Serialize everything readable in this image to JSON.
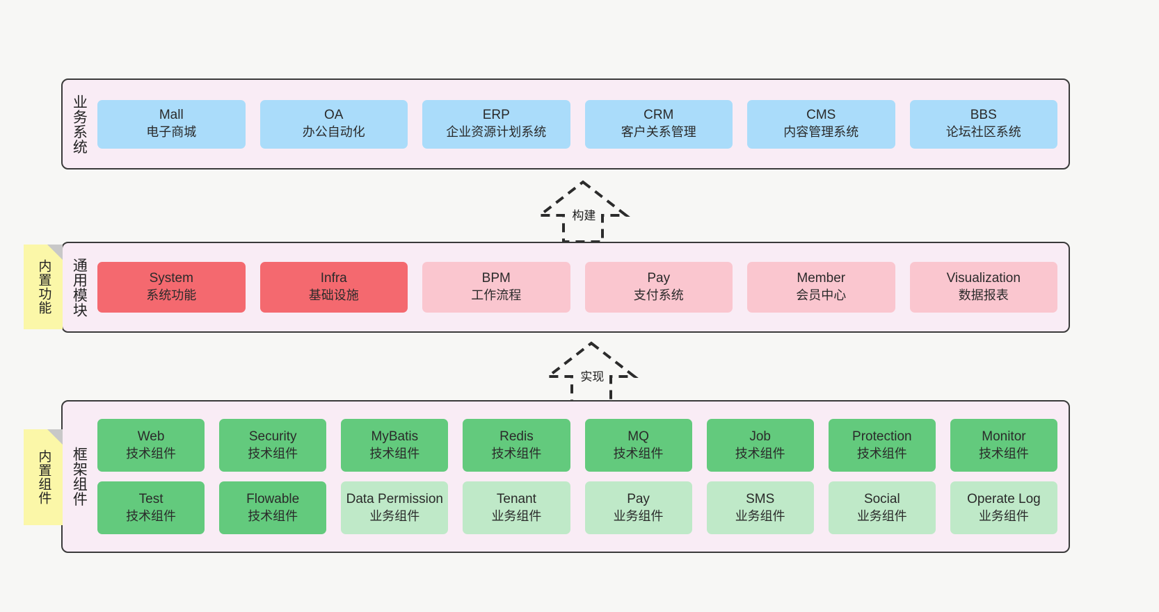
{
  "diagram": {
    "background_color": "#f7f7f5",
    "band_fill": "#f9ecf5",
    "note_fill": "#fbf7a8",
    "colors": {
      "business_card": "#aadcfa",
      "core_module": "#f4696f",
      "optional_module": "#fac6cf",
      "tech_component": "#63ca7d",
      "biz_component": "#bfe9c8"
    }
  },
  "notes": [
    {
      "id": "note-functions",
      "label": "内置功能"
    },
    {
      "id": "note-components",
      "label": "内置组件"
    }
  ],
  "connectors": [
    {
      "id": "connector-build",
      "label": "构建"
    },
    {
      "id": "connector-realize",
      "label": "实现"
    }
  ],
  "bands": {
    "business": {
      "title": "业务系统",
      "rows": [
        [
          {
            "en": "Mall",
            "cn": "电子商城",
            "style": "blue"
          },
          {
            "en": "OA",
            "cn": "办公自动化",
            "style": "blue"
          },
          {
            "en": "ERP",
            "cn": "企业资源计划系统",
            "style": "blue"
          },
          {
            "en": "CRM",
            "cn": "客户关系管理",
            "style": "blue"
          },
          {
            "en": "CMS",
            "cn": "内容管理系统",
            "style": "blue"
          },
          {
            "en": "BBS",
            "cn": "论坛社区系统",
            "style": "blue"
          }
        ]
      ]
    },
    "common": {
      "title": "通用模块",
      "rows": [
        [
          {
            "en": "System",
            "cn": "系统功能",
            "style": "red"
          },
          {
            "en": "Infra",
            "cn": "基础设施",
            "style": "red"
          },
          {
            "en": "BPM",
            "cn": "工作流程",
            "style": "pink"
          },
          {
            "en": "Pay",
            "cn": "支付系统",
            "style": "pink"
          },
          {
            "en": "Member",
            "cn": "会员中心",
            "style": "pink"
          },
          {
            "en": "Visualization",
            "cn": "数据报表",
            "style": "pink"
          }
        ]
      ]
    },
    "framework": {
      "title": "框架组件",
      "rows": [
        [
          {
            "en": "Web",
            "cn": "技术组件",
            "style": "green"
          },
          {
            "en": "Security",
            "cn": "技术组件",
            "style": "green"
          },
          {
            "en": "MyBatis",
            "cn": "技术组件",
            "style": "green"
          },
          {
            "en": "Redis",
            "cn": "技术组件",
            "style": "green"
          },
          {
            "en": "MQ",
            "cn": "技术组件",
            "style": "green"
          },
          {
            "en": "Job",
            "cn": "技术组件",
            "style": "green"
          },
          {
            "en": "Protection",
            "cn": "技术组件",
            "style": "green"
          },
          {
            "en": "Monitor",
            "cn": "技术组件",
            "style": "green"
          }
        ],
        [
          {
            "en": "Test",
            "cn": "技术组件",
            "style": "green"
          },
          {
            "en": "Flowable",
            "cn": "技术组件",
            "style": "green"
          },
          {
            "en": "Data Permission",
            "cn": "业务组件",
            "style": "lightgreen"
          },
          {
            "en": "Tenant",
            "cn": "业务组件",
            "style": "lightgreen"
          },
          {
            "en": "Pay",
            "cn": "业务组件",
            "style": "lightgreen"
          },
          {
            "en": "SMS",
            "cn": "业务组件",
            "style": "lightgreen"
          },
          {
            "en": "Social",
            "cn": "业务组件",
            "style": "lightgreen"
          },
          {
            "en": "Operate Log",
            "cn": "业务组件",
            "style": "lightgreen"
          }
        ]
      ]
    }
  }
}
